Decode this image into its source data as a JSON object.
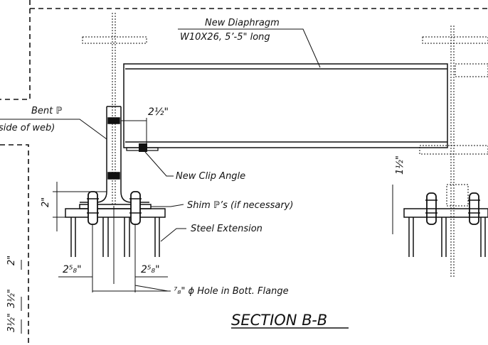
{
  "drawing": {
    "title": "SECTION B-B",
    "callouts": {
      "diaphragm_name": "New Diaphragm",
      "diaphragm_size": "W10X26, 5’-5\" long",
      "bent_plate": "Bent ℙ",
      "bent_plate_note": "side of web)",
      "clip_angle": "New Clip Angle",
      "shim": "Shim ℙ’s (if necessary)",
      "steel_extension": "Steel Extension",
      "hole_note": "⁷₈\" ϕ Hole in Bott. Flange"
    },
    "dimensions": {
      "offset_top": "2½\"",
      "offset_right": "1½\"",
      "height_left": "2\"",
      "bolt_left": "2⁵₈\"",
      "bolt_right": "2⁵₈\"",
      "edge_a": "2\"",
      "edge_b": "3½\"",
      "edge_c": "3½\""
    }
  }
}
